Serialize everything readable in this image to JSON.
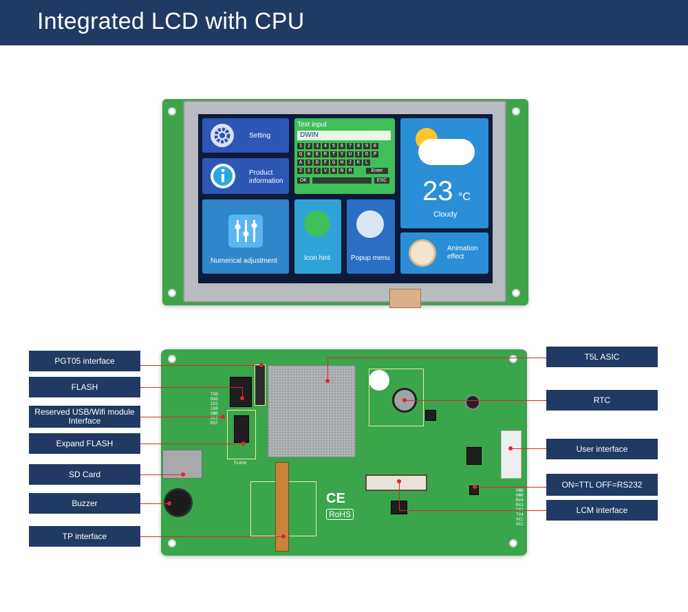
{
  "header": {
    "title": "Integrated LCD with CPU"
  },
  "screen": {
    "tiles": {
      "setting": "Setting",
      "product_information": "Product information",
      "text_input": "Text input",
      "input_value": "DWIN",
      "numerical_adjustment": "Numerical adjustment",
      "icon_hint": "Icon hint",
      "popup_menu": "Popup menu",
      "temperature": "23",
      "temperature_unit": "°C",
      "weather": "Cloudy",
      "animation_effect": "Animation effect"
    },
    "keyboard": {
      "row1": [
        "1",
        "2",
        "3",
        "4",
        "5",
        "6",
        "7",
        "8",
        "9",
        "0"
      ],
      "row2": [
        "Q",
        "W",
        "E",
        "R",
        "T",
        "Y",
        "U",
        "I",
        "O",
        "P"
      ],
      "row3": [
        "A",
        "S",
        "D",
        "F",
        "G",
        "H",
        "J",
        "K",
        "L"
      ],
      "row4": [
        "Z",
        "X",
        "C",
        "V",
        "B",
        "N",
        "M"
      ],
      "enter": "Enter",
      "ok": "OK",
      "esc": "ESC"
    }
  },
  "board": {
    "ce": "CE",
    "rohs": "RoHS",
    "flash_silk": "FLASH",
    "pins_left": [
      "TXD",
      "RXD",
      "IO1",
      "IO0",
      "GND",
      "3V3",
      "RST"
    ],
    "pins_right": [
      "GND",
      "GND",
      "RX4",
      "RX2",
      "TX2",
      "TX4",
      "VCC",
      "VCC"
    ]
  },
  "callouts": {
    "left": [
      "PGT05 interface",
      "FLASH",
      "Reserved USB/Wifi module Interface",
      "Expand FLASH",
      "SD Card",
      "Buzzer",
      "TP interface"
    ],
    "right": [
      "T5L ASIC",
      "RTC",
      "User interface",
      "ON=TTL OFF=RS232",
      "LCM interface"
    ]
  },
  "colors": {
    "header_bg": "#213a63",
    "callout_bg": "#213a63",
    "leader_line": "#e3242b",
    "pcb_green": "#3aa54a"
  }
}
